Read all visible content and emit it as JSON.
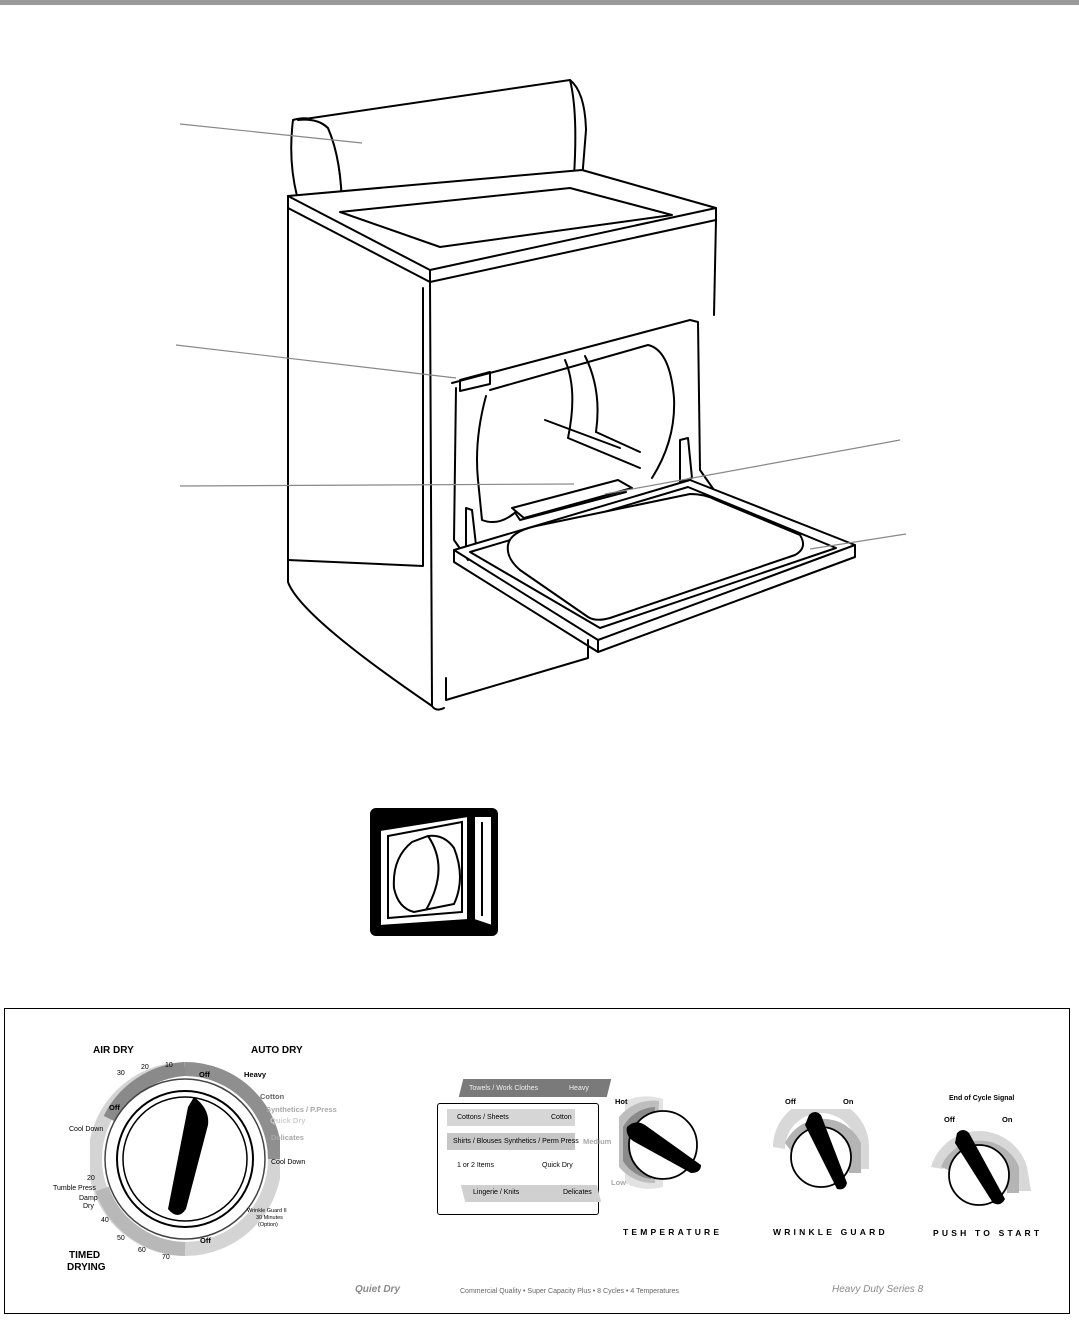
{
  "panel": {
    "cycle_dial": {
      "air_dry": "AIR DRY",
      "auto_dry": "AUTO DRY",
      "timed_drying_line1": "TIMED",
      "timed_drying_line2": "DRYING",
      "air_off": "Off",
      "air_ticks": [
        "10",
        "20",
        "30"
      ],
      "air_cool_down": "Cool Down",
      "auto_off": "Off",
      "auto_heavy": "Heavy",
      "auto_cotton": "Cotton",
      "auto_synthetics": "Synthetics / P.Press",
      "auto_quick_dry": "Quick Dry",
      "auto_delicates": "Delicates",
      "auto_cool_down": "Cool Down",
      "wrinkle_guard_line1": "Wrinkle Guard II",
      "wrinkle_guard_line2": "30 Minutes",
      "wrinkle_guard_line3": "(Option)",
      "bottom_off": "Off",
      "timed_20": "20",
      "tumble_press": "Tumble Press",
      "damp": "Damp",
      "dry": "Dry",
      "timed_ticks": [
        "40",
        "50",
        "60",
        "70"
      ]
    },
    "temperature": {
      "towels": "Towels / Work Clothes",
      "heavy": "Heavy",
      "cottons_sheets": "Cottons / Sheets",
      "cotton": "Cotton",
      "shirts_blouses": "Shirts / Blouses",
      "synthetics_perm_press": "Synthetics / Perm Press",
      "one_or_two_items": "1 or 2 Items",
      "quick_dry": "Quick Dry",
      "lingerie_knits": "Lingerie / Knits",
      "delicates": "Delicates",
      "hot": "Hot",
      "medium": "Medium",
      "low": "Low",
      "label": "TEMPERATURE"
    },
    "wrinkle_guard": {
      "off": "Off",
      "on": "On",
      "label": "WRINKLE GUARD"
    },
    "push_to_start": {
      "signal": "End of Cycle Signal",
      "off": "Off",
      "on": "On",
      "label": "PUSH TO START"
    },
    "footer": {
      "quiet_dry": "Quiet Dry",
      "features": "Commercial Quality • Super Capacity Plus • 8 Cycles • 4 Temperatures",
      "series": "Heavy Duty Series 8"
    }
  },
  "icon": {
    "name": "lint-screen-icon"
  }
}
